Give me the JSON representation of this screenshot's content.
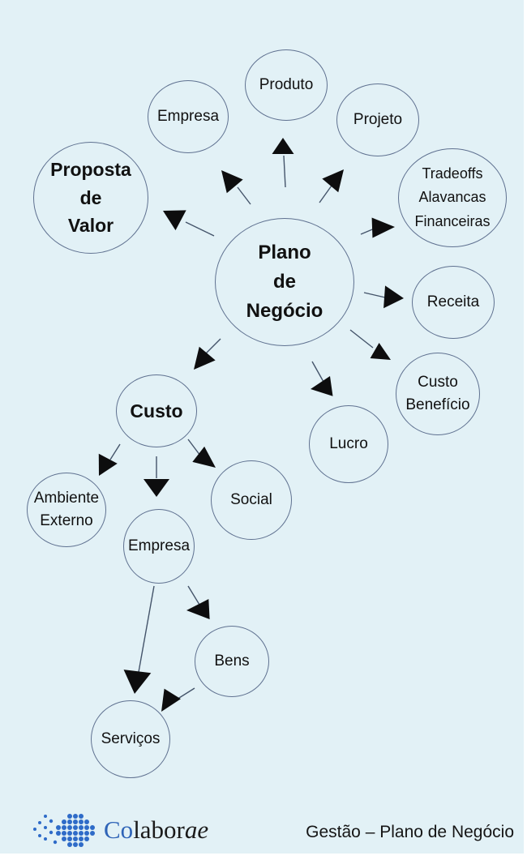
{
  "nodes": {
    "plano": {
      "label": "Plano\nde\nNegócio"
    },
    "proposta_de_valor": {
      "label": "Proposta\nde\nValor"
    },
    "empresa_superior": {
      "label": "Empresa"
    },
    "produto": {
      "label": "Produto"
    },
    "projeto": {
      "label": "Projeto"
    },
    "tradeoffs": {
      "label": "Tradeoffs\nAlavancas\nFinanceiras"
    },
    "receita": {
      "label": "Receita"
    },
    "custo_beneficio": {
      "label": "Custo\nBenefício"
    },
    "lucro": {
      "label": "Lucro"
    },
    "custo": {
      "label": "Custo"
    },
    "ambiente_externo": {
      "label": "Ambiente\nExterno"
    },
    "empresa_inferior": {
      "label": "Empresa"
    },
    "social": {
      "label": "Social"
    },
    "bens": {
      "label": "Bens"
    },
    "servicos": {
      "label": "Serviços"
    }
  },
  "edges": [
    {
      "from": "plano",
      "to": "produto"
    },
    {
      "from": "plano",
      "to": "empresa_superior"
    },
    {
      "from": "plano",
      "to": "projeto"
    },
    {
      "from": "plano",
      "to": "proposta_de_valor"
    },
    {
      "from": "plano",
      "to": "tradeoffs"
    },
    {
      "from": "plano",
      "to": "receita"
    },
    {
      "from": "plano",
      "to": "custo_beneficio"
    },
    {
      "from": "plano",
      "to": "lucro"
    },
    {
      "from": "plano",
      "to": "custo"
    },
    {
      "from": "custo",
      "to": "ambiente_externo"
    },
    {
      "from": "custo",
      "to": "empresa_inferior"
    },
    {
      "from": "custo",
      "to": "social"
    },
    {
      "from": "empresa_inferior",
      "to": "servicos"
    },
    {
      "from": "empresa_inferior",
      "to": "bens"
    },
    {
      "from": "bens",
      "to": "servicos"
    }
  ],
  "footer": {
    "logo": {
      "co": "Co",
      "labor": "labor",
      "ae": "ae"
    },
    "caption": "Gestão – Plano de Negócio"
  },
  "colors": {
    "background": "#e2f1f6",
    "node_border": "#5f7190",
    "connector_line": "#44546a",
    "arrowhead": "#0d0d0e",
    "logo_blue": "#2f64b7",
    "logo_dots": "#2e6bc8",
    "text": "#111111"
  }
}
